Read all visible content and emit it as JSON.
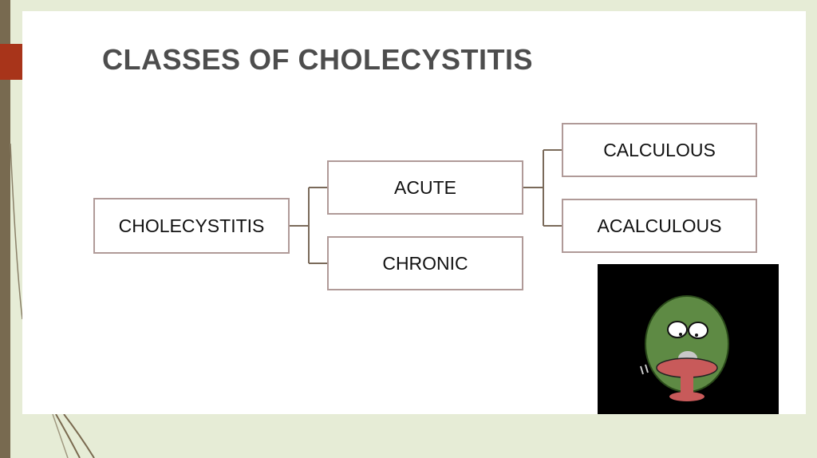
{
  "title": "CLASSES OF CHOLECYSTITIS",
  "diagram": {
    "root": "CHOLECYSTITIS",
    "level1": [
      "ACUTE",
      "CHRONIC"
    ],
    "acute_children": [
      "CALCULOUS",
      "ACALCULOUS"
    ]
  },
  "colors": {
    "accent": "#a8341a",
    "bar": "#786a50",
    "background": "#e6ecd6"
  }
}
